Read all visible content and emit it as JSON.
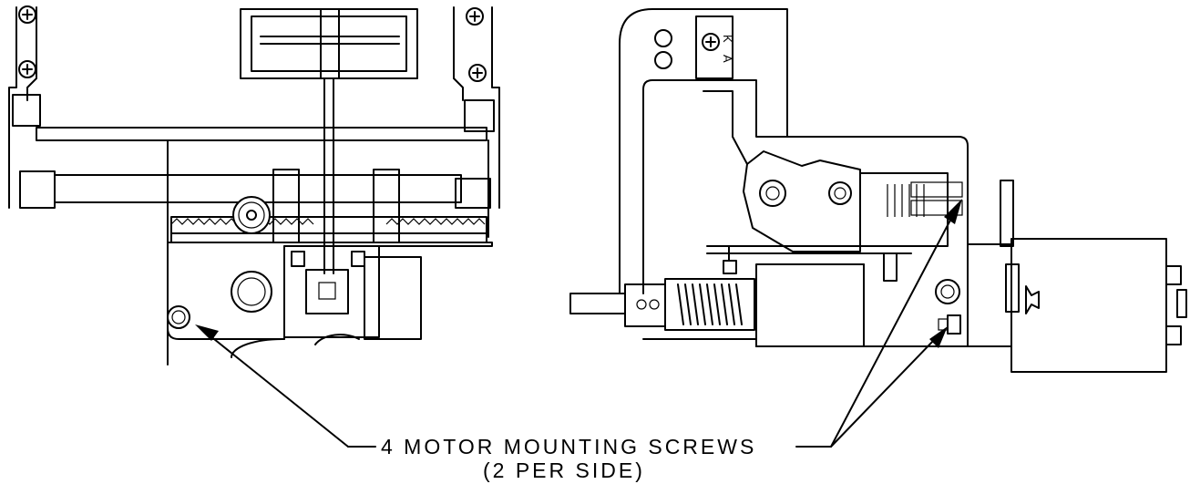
{
  "callout": {
    "line1": "4 MOTOR MOUNTING SCREWS",
    "line2": "(2 PER SIDE)"
  },
  "right_view": {
    "marking_letters": [
      "K",
      "A"
    ]
  },
  "icons": [
    "phillips-screw-icon",
    "hex-screw-icon",
    "arrowhead-icon"
  ],
  "colors": {
    "line": "#000000",
    "background": "#ffffff"
  }
}
